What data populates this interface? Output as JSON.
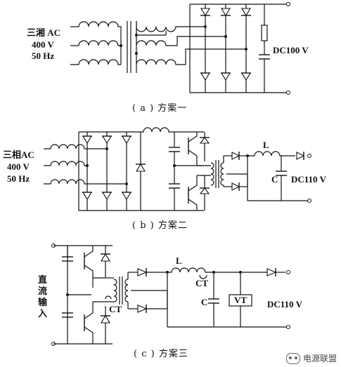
{
  "panel_a": {
    "input_label_line1": "三湘 AC",
    "input_label_line2": "400 V",
    "input_label_line3": "50 Hz",
    "output_label": "DC100 V",
    "caption": "( a ) 方案一"
  },
  "panel_b": {
    "input_label_line1": "三相AC",
    "input_label_line2": "400 V",
    "input_label_line3": "50 Hz",
    "inductor_label": "L",
    "capacitor_label": "C",
    "output_label": "DC110 V",
    "caption": "( b ) 方案二"
  },
  "panel_c": {
    "input_label": "直流输入",
    "ct1_label": "CT",
    "inductor_label": "L",
    "ct2_label": "CT",
    "capacitor_label": "C",
    "regulator_label": "VT",
    "output_label": "DC110 V",
    "caption": "( c ) 方案三"
  },
  "watermark": {
    "text": "电源联盟",
    "logo_icon": "chat-bubble-icon"
  }
}
